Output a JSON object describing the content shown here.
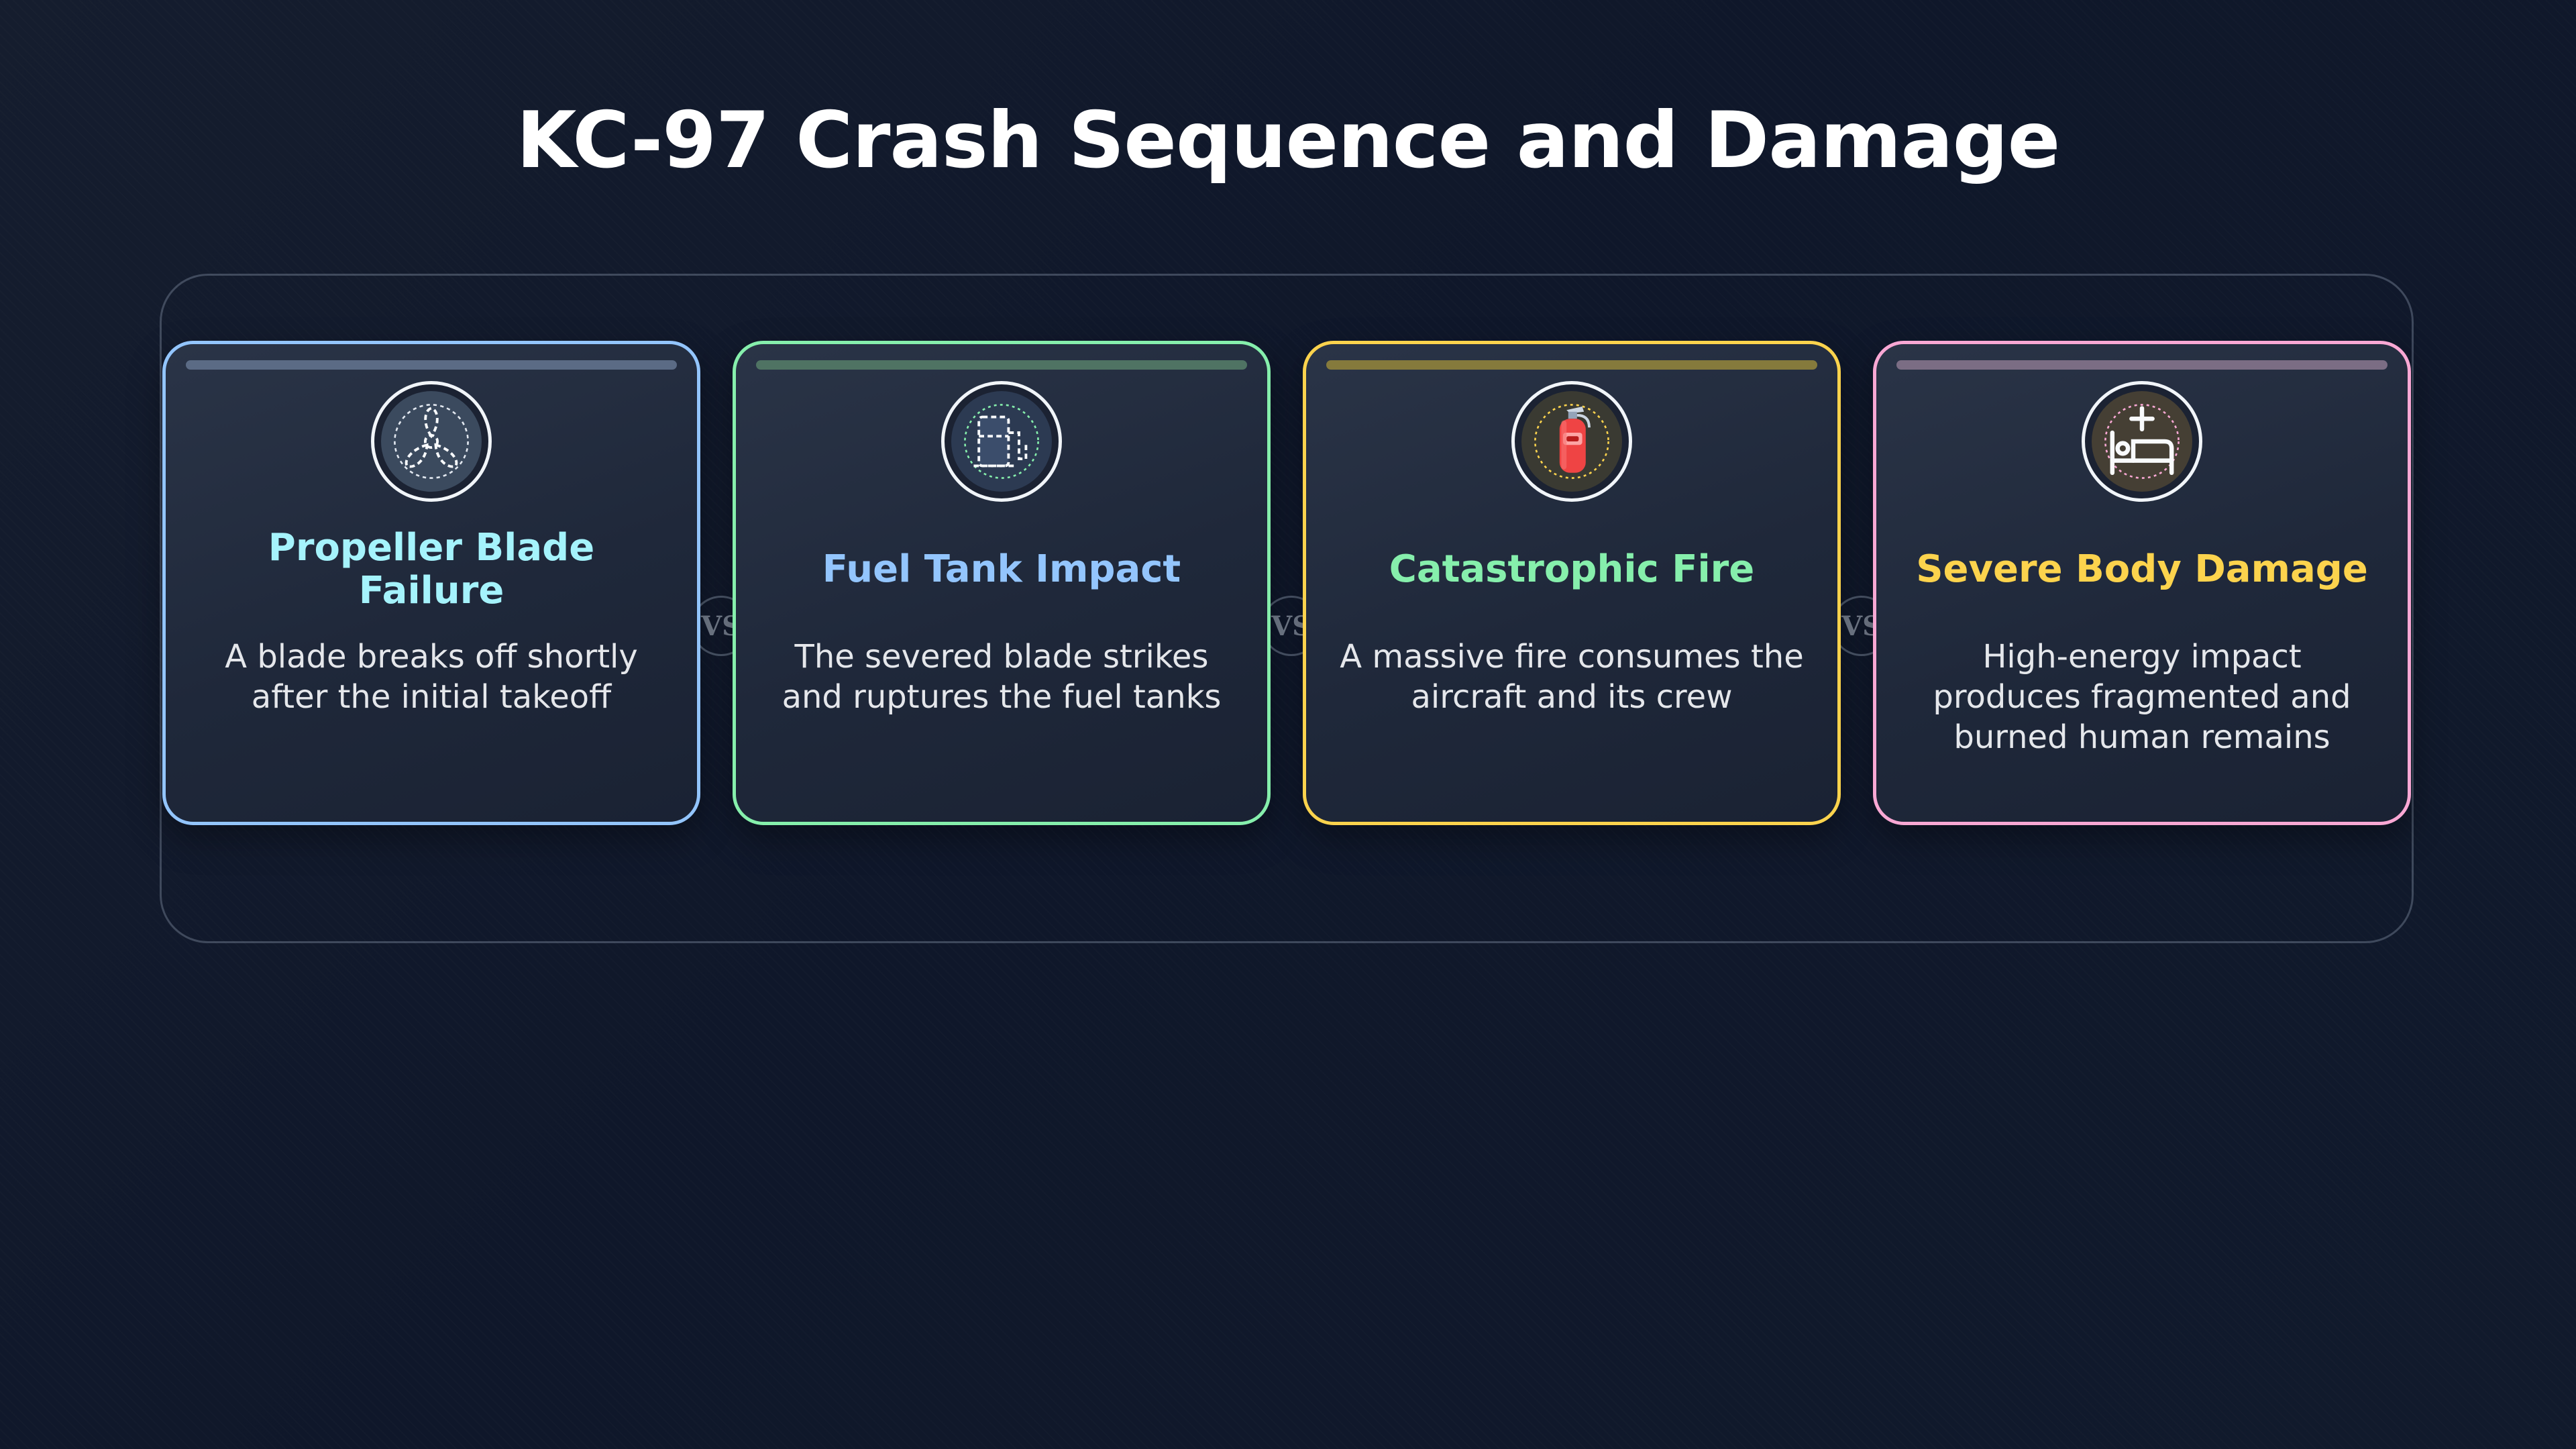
{
  "title": "KC-97 Crash Sequence and Damage",
  "separator_label": "VS",
  "cards": [
    {
      "title": "Propeller Blade Failure",
      "description": "A blade breaks off shortly after the initial takeoff",
      "icon": "propeller-icon",
      "border_color": "#93c5fd",
      "title_color": "#a5f3fc",
      "bar_color": "#5b6b85"
    },
    {
      "title": "Fuel Tank Impact",
      "description": "The severed blade strikes and ruptures the fuel tanks",
      "icon": "fuel-tank-icon",
      "border_color": "#86efac",
      "title_color": "#93c5fd",
      "bar_color": "#4f7363"
    },
    {
      "title": "Catastrophic Fire",
      "description": "A massive fire consumes the aircraft and its crew",
      "icon": "fire-extinguisher-icon",
      "border_color": "#fcd34d",
      "title_color": "#86efac",
      "bar_color": "#857a3c"
    },
    {
      "title": "Severe Body Damage",
      "description": "High-energy impact produces fragmented and burned human remains",
      "icon": "hospital-bed-icon",
      "border_color": "#f9a8d4",
      "title_color": "#fcd34d",
      "bar_color": "#7b6d84"
    }
  ]
}
